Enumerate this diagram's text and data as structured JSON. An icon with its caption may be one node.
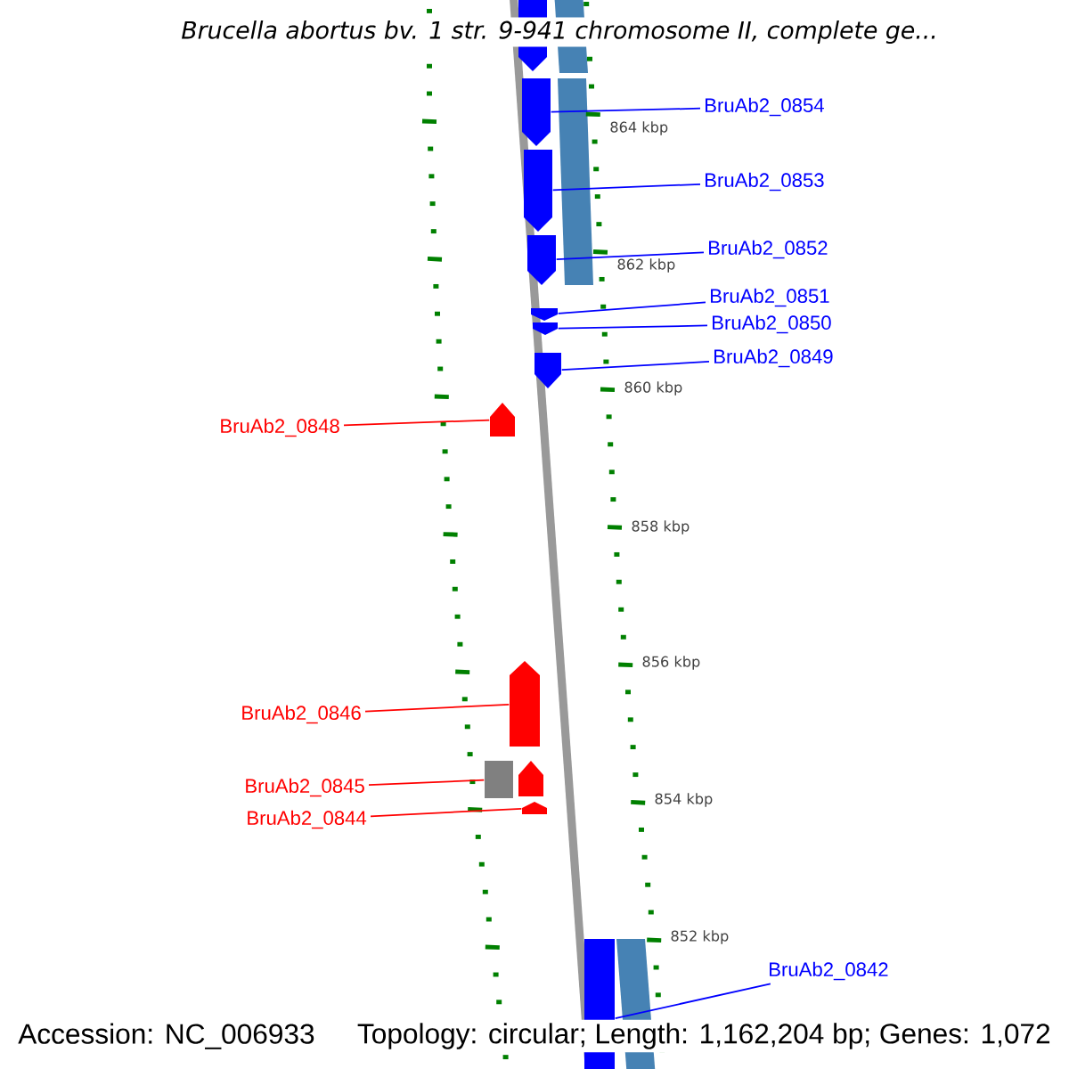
{
  "diagram": {
    "title": "Brucella abortus bv. 1 str. 9-941 chromosome II, complete ge...",
    "nodes": [
      {
        "text": [
          "BruAb2_0854"
        ]
      },
      {
        "text": [
          "BruAb2_0853"
        ]
      },
      {
        "text": [
          "BruAb2_0852"
        ]
      },
      {
        "text": [
          "BruAb2_0851"
        ]
      },
      {
        "text": [
          "BruAb2_0850"
        ]
      },
      {
        "text": [
          "BruAb2_0849"
        ]
      },
      {
        "text": [
          "BruAb2_0848"
        ]
      },
      {
        "text": [
          "BruAb2_0846"
        ]
      },
      {
        "text": [
          "BruAb2_0845"
        ]
      },
      {
        "text": [
          "BruAb2_0844"
        ]
      },
      {
        "text": [
          "BruAb2_0842"
        ]
      },
      {
        "text": [],
        "shape": "arrow"
      },
      {
        "text": [],
        "shape": "arrow"
      },
      {
        "text": [],
        "shape": "arrow"
      },
      {
        "text": [],
        "shape": "arrow"
      },
      {
        "text": [],
        "shape": "arrow"
      },
      {
        "text": [],
        "shape": "arrow"
      },
      {
        "text": [],
        "shape": "arrow"
      },
      {
        "text": [],
        "shape": "arrow"
      },
      {
        "text": [],
        "shape": "arrow"
      },
      {
        "text": [],
        "shape": "box"
      },
      {
        "text": [],
        "shape": "arrow"
      },
      {
        "text": [],
        "shape": "arrow"
      },
      {
        "text": [],
        "shape": "box"
      }
    ],
    "edges": [
      {
        "from": 0,
        "to": 12,
        "arrow": "none"
      },
      {
        "from": 1,
        "to": 13,
        "arrow": "none"
      },
      {
        "from": 2,
        "to": 14,
        "arrow": "none"
      },
      {
        "from": 3,
        "to": 15,
        "arrow": "none"
      },
      {
        "from": 4,
        "to": 16,
        "arrow": "none"
      },
      {
        "from": 5,
        "to": 17,
        "arrow": "none"
      },
      {
        "from": 6,
        "to": 18,
        "arrow": "none",
        "color": "#ff0000"
      },
      {
        "from": 7,
        "to": 19,
        "arrow": "none",
        "color": "#ff0000"
      },
      {
        "from": 8,
        "to": 20,
        "arrow": "none",
        "color": "#ff0000"
      },
      {
        "from": 9,
        "to": 22,
        "arrow": "none",
        "color": "#ff0000"
      },
      {
        "from": 10,
        "to": 23,
        "arrow": "none"
      }
    ],
    "labels": [
      "864 kbp",
      "862 kbp",
      "860 kbp",
      "858 kbp",
      "856 kbp",
      "854 kbp",
      "852 kbp",
      "Accession: NC_006933",
      "Topology: circular; Length: 1,162,204 bp; Genes: 1,072"
    ]
  }
}
